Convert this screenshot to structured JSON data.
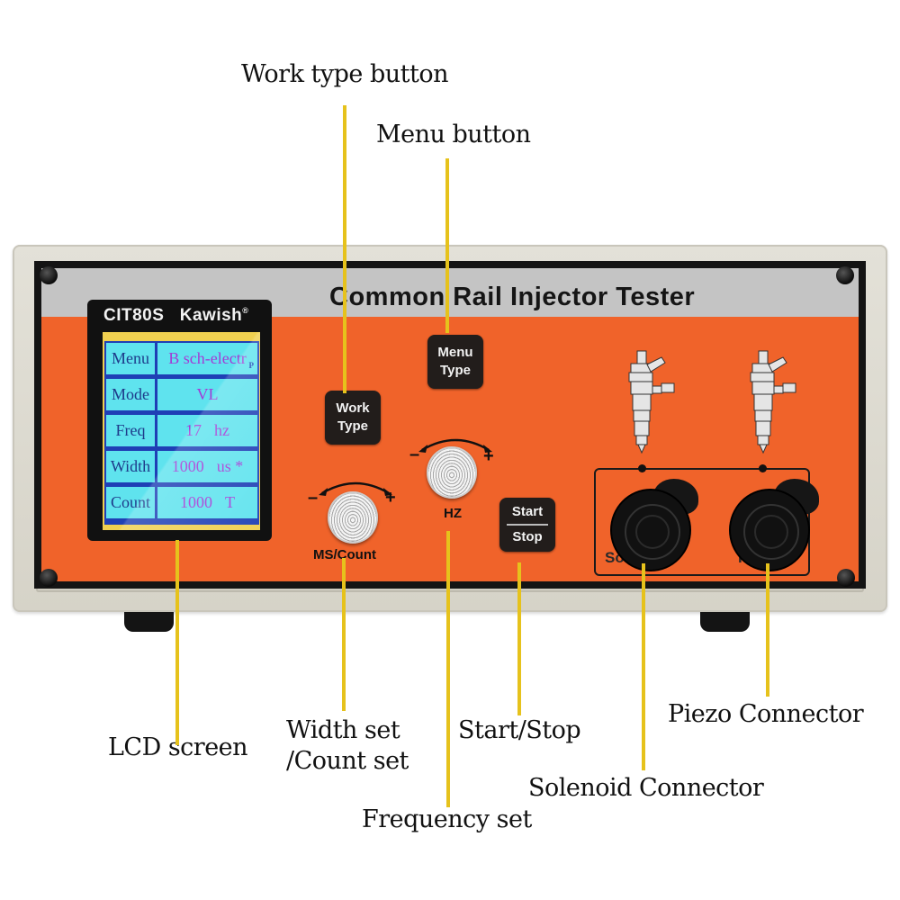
{
  "device": {
    "title": "Common Rail Injector Tester",
    "model": "CIT80S",
    "brand": "Kawish",
    "brand_mark": "®"
  },
  "lcd": {
    "rows": [
      {
        "label": "Menu",
        "value": "B sch-electr",
        "suffix": ""
      },
      {
        "label": "Mode",
        "value": "VL",
        "suffix": ""
      },
      {
        "label": "Freq",
        "value": "17",
        "suffix": "hz"
      },
      {
        "label": "Width",
        "value": "1000",
        "suffix": "us *"
      },
      {
        "label": "Count",
        "value": "1000",
        "suffix": "T"
      }
    ],
    "indicator": "P"
  },
  "controls": {
    "work_type_button": {
      "line1": "Work",
      "line2": "Type"
    },
    "menu_type_button": {
      "line1": "Menu",
      "line2": "Type"
    },
    "start_stop_button": {
      "line1": "Start",
      "line2": "Stop"
    },
    "ms_count_knob": {
      "minus": "–",
      "plus": "+",
      "label": "MS/Count"
    },
    "hz_knob": {
      "minus": "–",
      "plus": "+",
      "label": "HZ"
    },
    "solenoid_connector": {
      "label": "Solenoid"
    },
    "piezo_connector": {
      "label": "Piezo"
    }
  },
  "callouts": {
    "work_type": "Work type button",
    "menu": "Menu button",
    "lcd": "LCD screen",
    "width_line1": "Width set",
    "width_line2": "/Count set",
    "frequency": "Frequency set",
    "start_stop": "Start/Stop",
    "solenoid": "Solenoid Connector",
    "piezo": "Piezo Connector"
  },
  "colors": {
    "panel_orange": "#f0632a",
    "title_band": "#c4c4c4",
    "leader_yellow": "#e6c21c",
    "lcd_cyan": "#5fe3ee",
    "lcd_value_purple": "#a33bd6"
  }
}
